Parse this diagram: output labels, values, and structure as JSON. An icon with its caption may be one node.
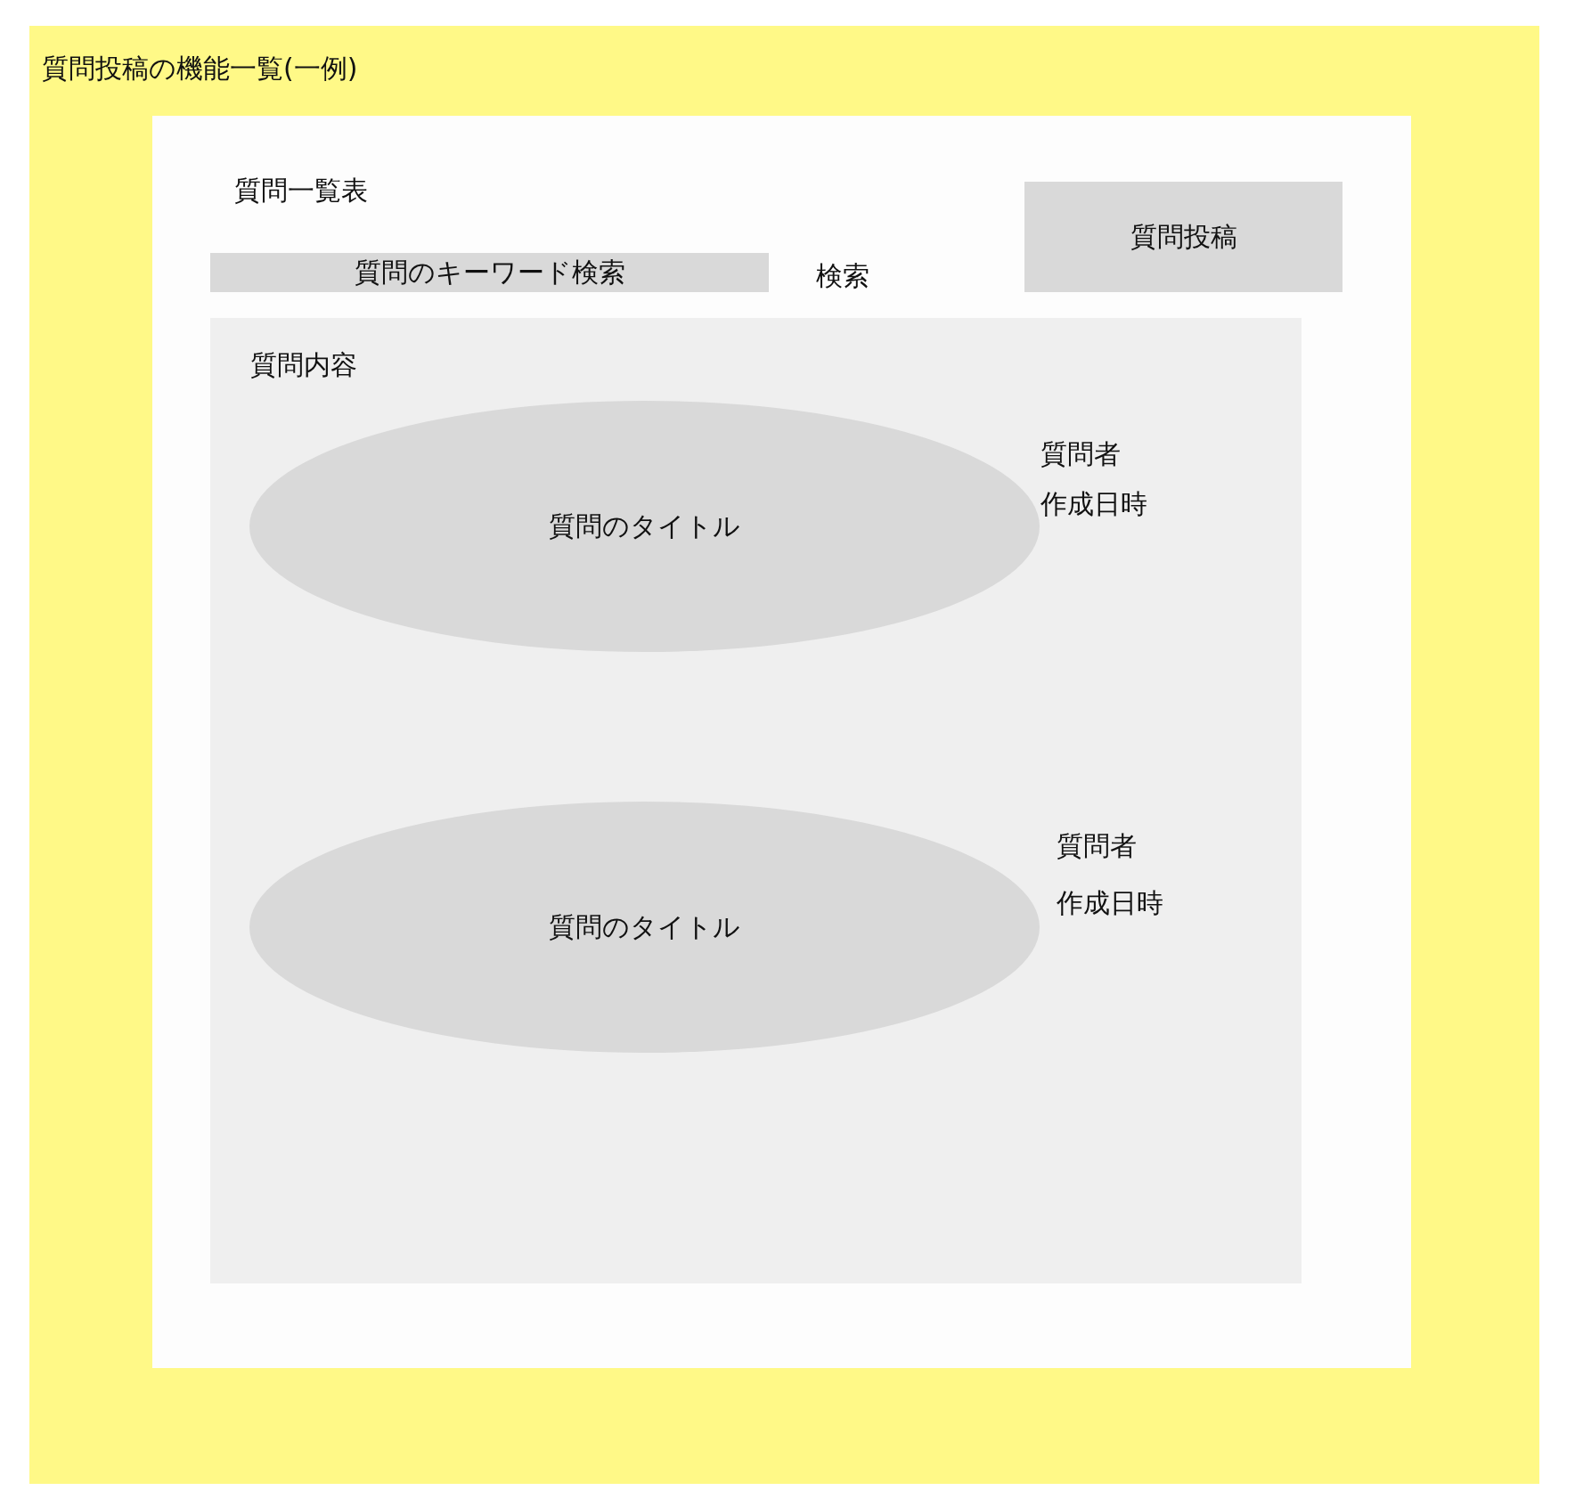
{
  "diagram": {
    "nodes": [
      {
        "text": [
          "質問投稿の機能一覧(一例)"
        ]
      },
      {
        "text": [],
        "shape": "box",
        "in": 0
      },
      {
        "text": [
          "質問のキーワード検索"
        ],
        "in": 1
      },
      {
        "text": [
          "質問投稿"
        ],
        "in": 1
      },
      {
        "text": [
          "質問内容"
        ],
        "in": 1
      },
      {
        "text": [
          "質問のタイトル"
        ],
        "in": 4,
        "beside": [
          "質問者",
          "作成日時"
        ]
      },
      {
        "text": [
          "質問のタイトル"
        ],
        "in": 4,
        "beside": [
          "質問者",
          "作成日時"
        ]
      }
    ],
    "labels": [
      "質問一覧表",
      "検索"
    ]
  }
}
